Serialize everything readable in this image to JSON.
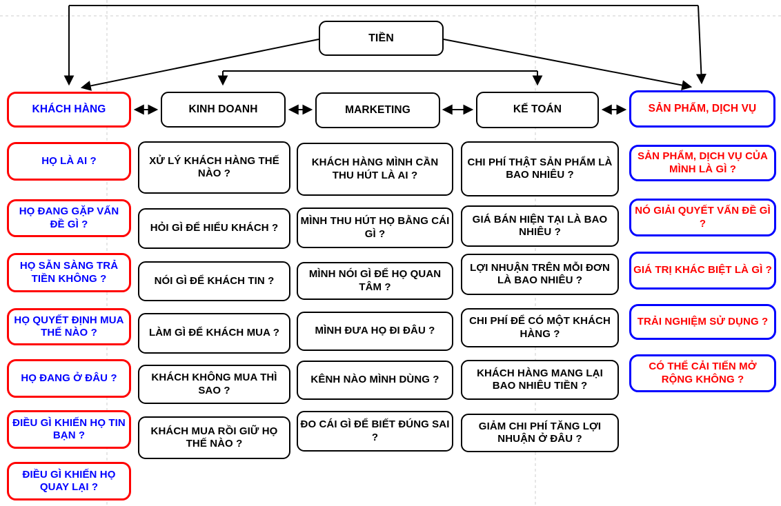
{
  "root": {
    "label": "TIỀN"
  },
  "columns": [
    {
      "id": "khach-hang",
      "header": "KHÁCH HÀNG",
      "style": {
        "border": "#ff0000",
        "text": "#0000ff"
      },
      "items": [
        "HỌ LÀ AI ?",
        "HỌ ĐANG GẶP VẤN ĐỀ GÌ ?",
        "HỌ SẴN SÀNG TRẢ TIỀN KHÔNG ?",
        "HỌ QUYẾT ĐỊNH MUA THẾ NÀO ?",
        "HỌ ĐANG Ở ĐÂU ?",
        "ĐIỀU GÌ KHIẾN HỌ TIN BẠN ?",
        "ĐIỀU GÌ KHIẾN HỌ QUAY LẠI ?"
      ]
    },
    {
      "id": "kinh-doanh",
      "header": "KINH DOANH",
      "style": {
        "border": "#000000",
        "text": "#000000"
      },
      "items": [
        "XỬ LÝ KHÁCH HÀNG THẾ NÀO ?",
        "HỎI GÌ ĐỂ HIỂU KHÁCH ?",
        "NÓI GÌ ĐỂ KHÁCH TIN ?",
        "LÀM GÌ ĐỂ KHÁCH MUA ?",
        "KHÁCH KHÔNG MUA THÌ SAO ?",
        "KHÁCH MUA RỒI GIỮ HỌ THẾ NÀO ?"
      ]
    },
    {
      "id": "marketing",
      "header": "MARKETING",
      "style": {
        "border": "#000000",
        "text": "#000000"
      },
      "items": [
        "KHÁCH HÀNG MÌNH CẦN THU HÚT LÀ AI ?",
        "MÌNH THU HÚT HỌ BẰNG CÁI GÌ ?",
        "MÌNH NÓI GÌ ĐỂ HỌ QUAN TÂM ?",
        "MÌNH ĐƯA HỌ ĐI ĐÂU ?",
        "KÊNH NÀO MÌNH DÙNG ?",
        "ĐO CÁI GÌ ĐỂ BIẾT ĐÚNG SAI ?"
      ]
    },
    {
      "id": "ke-toan",
      "header": "KẾ TOÁN",
      "style": {
        "border": "#000000",
        "text": "#000000"
      },
      "items": [
        "CHI PHÍ THẬT SẢN PHẨM LÀ BAO NHIÊU ?",
        "GIÁ BÁN HIỆN TẠI LÀ BAO NHIÊU ?",
        "LỢI NHUẬN TRÊN MỖI ĐƠN LÀ BAO NHIÊU ?",
        "CHI PHÍ ĐỂ CÓ MỘT KHÁCH HÀNG ?",
        "KHÁCH HÀNG MANG LẠI BAO NHIÊU TIỀN ?",
        "GIẢM CHI PHÍ TĂNG LỢI NHUẬN Ở ĐÂU ?"
      ]
    },
    {
      "id": "san-pham-dich-vu",
      "header": "SẢN PHẨM, DỊCH VỤ",
      "style": {
        "border": "#0000ff",
        "text": "#ff0000"
      },
      "items": [
        "SẢN PHẨM, DỊCH VỤ CỦA MÌNH LÀ GÌ ?",
        "NÓ GIẢI QUYẾT VẤN ĐỀ GÌ ?",
        "GIÁ TRỊ KHÁC BIỆT LÀ GÌ ?",
        "TRẢI NGHIỆM SỬ DỤNG ?",
        "CÓ THỂ CẢI TIẾN MỞ RỘNG KHÔNG ?"
      ]
    }
  ],
  "colors": {
    "connector": "#000000",
    "accent_red": "#ff0000",
    "accent_blue": "#0000ff",
    "page_guide": "#cccccc",
    "background": "#ffffff"
  }
}
